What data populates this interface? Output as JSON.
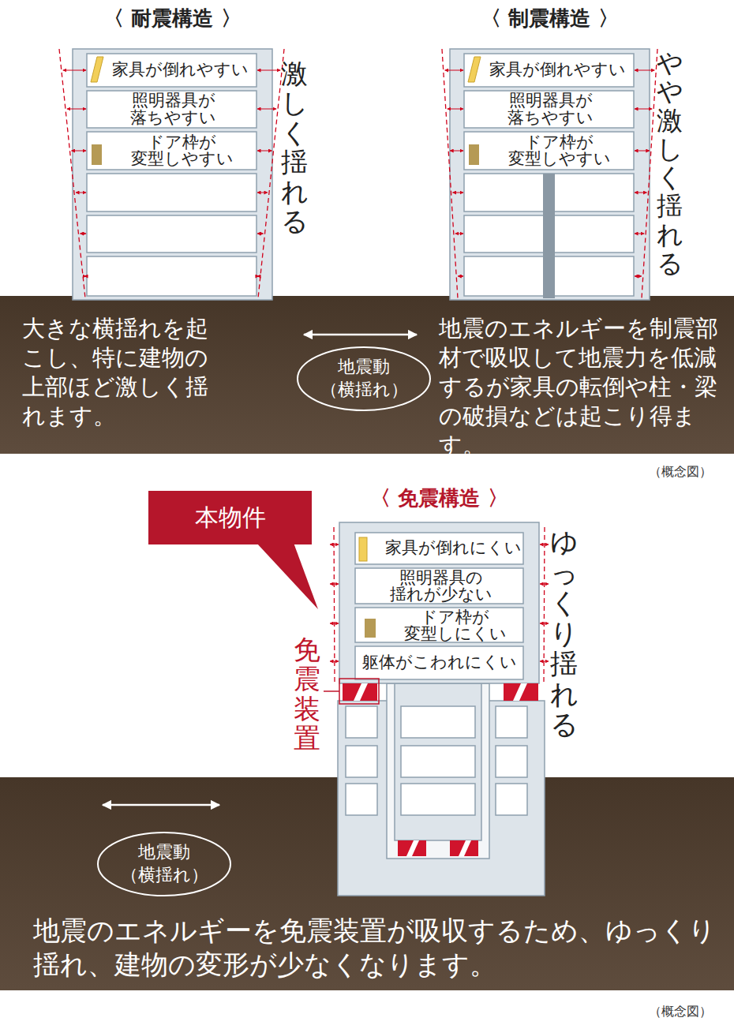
{
  "diagram": {
    "nodes": [
      {
        "text": [
          "〈 耐震構造 〉"
        ]
      },
      {
        "text": [
          "家具が倒れやすい"
        ],
        "in": 0
      },
      {
        "text": [
          "照明器具が 落ちやすい"
        ],
        "in": 0
      },
      {
        "text": [
          "ドア枠が 変型しやすい"
        ],
        "in": 0
      },
      {
        "text": [
          "〈 制震構造 〉"
        ]
      },
      {
        "text": [
          "家具が倒れやすい"
        ],
        "in": 4
      },
      {
        "text": [
          "照明器具が 落ちやすい"
        ],
        "in": 4
      },
      {
        "text": [
          "ドア枠が 変型しやすい"
        ],
        "in": 4
      },
      {
        "text": [
          "地震動 （横揺れ）"
        ]
      },
      {
        "text": [
          "本物件"
        ]
      },
      {
        "text": [
          "〈 免震構造 〉"
        ]
      },
      {
        "text": [
          "家具が倒れにくい"
        ],
        "in": 10
      },
      {
        "text": [
          "照明器具の 揺れが少ない"
        ],
        "in": 10
      },
      {
        "text": [
          "ドア枠が 変型しにくい"
        ],
        "in": 10
      },
      {
        "text": [
          "躯体がこわれにくい"
        ],
        "in": 10
      },
      {
        "text": [
          "地震動 （横揺れ）"
        ]
      }
    ],
    "labels": [
      "激しく揺れる",
      "大きな横揺れを起こし、特に建物の上部ほど激しく揺れます。",
      "地震のエネルギーを制震部材で吸収して地震力を低減するが家具の転倒や柱・梁の破損などは起こり得ます。",
      "やや激しく揺れる",
      "（概念図）",
      "免震装置",
      "ゆっくり揺れる",
      "地震のエネルギーを免震装置が吸収するため、ゆっくり揺れ、建物の変形が少なくなります。",
      "（概念図）"
    ]
  }
}
